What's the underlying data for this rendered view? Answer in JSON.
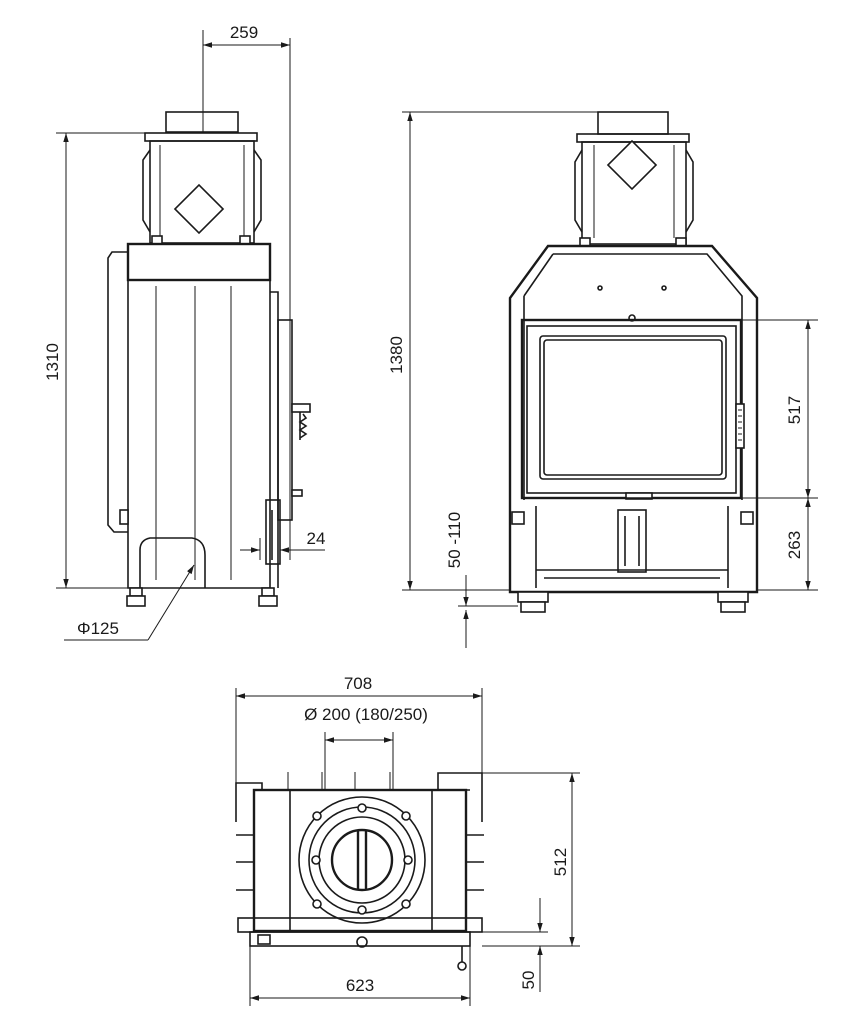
{
  "dimensions": {
    "side_view": {
      "top_offset": "259",
      "total_height": "1310",
      "depth_offset": "24",
      "air_inlet_diameter": "Φ125"
    },
    "front_view": {
      "total_height": "1380",
      "glass_height": "517",
      "base_height": "263",
      "feet_adjustment": "50 -110"
    },
    "plan_view": {
      "overall_width": "708",
      "flue_diameter": "Ø 200 (180/250)",
      "depth": "512",
      "base_width": "623",
      "front_offset": "50"
    }
  }
}
